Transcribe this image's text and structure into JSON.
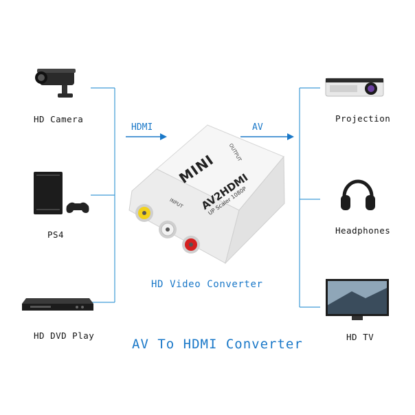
{
  "title": "AV To HDMI Converter",
  "caption": "HD Video Converter",
  "flow_labels": {
    "left": "HDMI",
    "right": "AV"
  },
  "inputs": [
    {
      "label": "HD Camera",
      "icon": "cctv-camera-icon"
    },
    {
      "label": "PS4",
      "icon": "game-console-icon"
    },
    {
      "label": "HD DVD Play",
      "icon": "dvd-player-icon"
    }
  ],
  "outputs": [
    {
      "label": "Projection",
      "icon": "projector-icon"
    },
    {
      "label": "Headphones",
      "icon": "headphones-icon"
    },
    {
      "label": "HD TV",
      "icon": "tv-icon"
    }
  ],
  "converter": {
    "brand": "MINI",
    "model": "AV2HDMI",
    "subtitle": "UP Scaler 1080P",
    "input_port_label": "INPUT",
    "output_port_label": "OUTPUT"
  },
  "colors": {
    "accent": "#1a78c8",
    "line": "#3d9ad6",
    "rca_yellow": "#f2d21c",
    "rca_white": "#f2f2f2",
    "rca_red": "#d42020"
  }
}
